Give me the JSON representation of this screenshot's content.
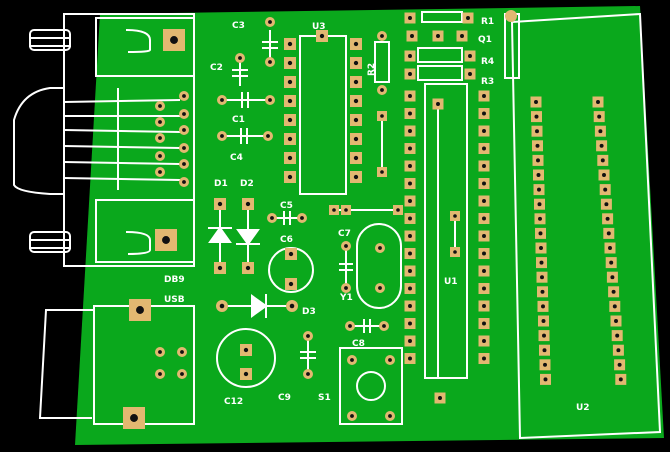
{
  "colors": {
    "board": "#0aa81c",
    "background": "#000000",
    "pad": "#e2b871",
    "silk": "#ffffff",
    "hole": "#111111"
  },
  "labels": {
    "c3": "C3",
    "u3": "U3",
    "r1": "R1",
    "q1": "Q1",
    "r4": "R4",
    "r3": "R3",
    "r2": "R2",
    "c2": "C2",
    "c1": "C1",
    "c4": "C4",
    "d1": "D1",
    "d2": "D2",
    "c5": "C5",
    "c6": "C6",
    "c7": "C7",
    "y1": "Y1",
    "u1": "U1",
    "db9": "DB9",
    "usb": "USB",
    "d3": "D3",
    "c8": "C8",
    "c12": "C12",
    "c9": "C9",
    "s1": "S1",
    "u2": "U2"
  }
}
